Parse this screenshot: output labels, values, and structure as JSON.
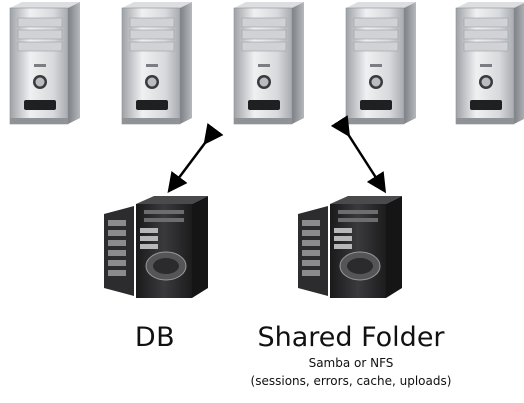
{
  "nodes": {
    "computers": [
      "",
      "",
      "",
      "",
      ""
    ],
    "db": {
      "label": "DB"
    },
    "shared": {
      "label": "Shared Folder",
      "protocol": "Samba or NFS",
      "contents": "(sessions, errors, cache, uploads)"
    }
  },
  "colors": {
    "case_light": "#e9eaec",
    "case_mid": "#bfc2c6",
    "case_dark": "#6f7276",
    "server_body": "#2a2a2c",
    "arrow": "#000000"
  },
  "icons": {
    "computer": "desktop-tower-icon",
    "server": "rack-server-icon"
  }
}
